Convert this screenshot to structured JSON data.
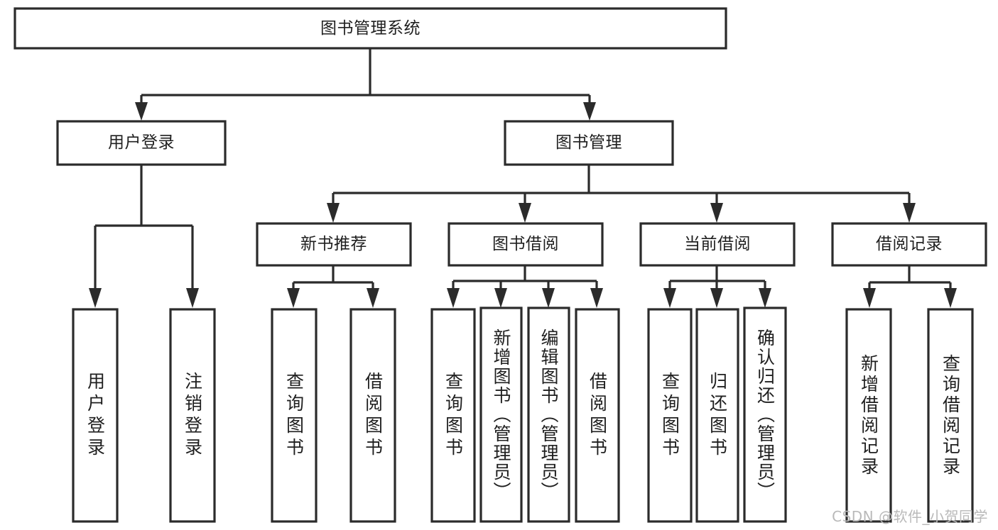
{
  "diagram": {
    "type": "tree-hierarchy-chart",
    "root": {
      "id": "root",
      "label": "图书管理系统"
    },
    "level2": [
      {
        "id": "user-login",
        "label": "用户登录"
      },
      {
        "id": "book-manage",
        "label": "图书管理"
      }
    ],
    "level3": [
      {
        "id": "new-book-recommend",
        "label": "新书推荐",
        "parent": "book-manage"
      },
      {
        "id": "book-borrow",
        "label": "图书借阅",
        "parent": "book-manage"
      },
      {
        "id": "current-borrow",
        "label": "当前借阅",
        "parent": "book-manage"
      },
      {
        "id": "borrow-record",
        "label": "借阅记录",
        "parent": "book-manage"
      }
    ],
    "leaves": {
      "user-login": [
        {
          "id": "leaf-user-login",
          "label": "用户登录"
        },
        {
          "id": "leaf-logout-login",
          "label": "注销登录"
        }
      ],
      "new-book-recommend": [
        {
          "id": "leaf-query-book-1",
          "label": "查询图书"
        },
        {
          "id": "leaf-borrow-book-1",
          "label": "借阅图书"
        }
      ],
      "book-borrow": [
        {
          "id": "leaf-query-book-2",
          "label": "查询图书"
        },
        {
          "id": "leaf-add-book",
          "label": "新增图书（管理员）"
        },
        {
          "id": "leaf-edit-book",
          "label": "编辑图书（管理员）"
        },
        {
          "id": "leaf-borrow-book-2",
          "label": "借阅图书"
        }
      ],
      "current-borrow": [
        {
          "id": "leaf-query-book-3",
          "label": "查询图书"
        },
        {
          "id": "leaf-return-book",
          "label": "归还图书"
        },
        {
          "id": "leaf-confirm-return",
          "label": "确认归还（管理员）"
        }
      ],
      "borrow-record": [
        {
          "id": "leaf-add-record",
          "label": "新增借阅记录"
        },
        {
          "id": "leaf-query-record",
          "label": "查询借阅记录"
        }
      ]
    },
    "colors": {
      "stroke": "#2b2b2b",
      "fill": "#ffffff",
      "text": "#1f1f1f",
      "watermark": "#b9b9b9"
    }
  },
  "watermark": {
    "text": "CSDN @软件_小贺同学"
  }
}
